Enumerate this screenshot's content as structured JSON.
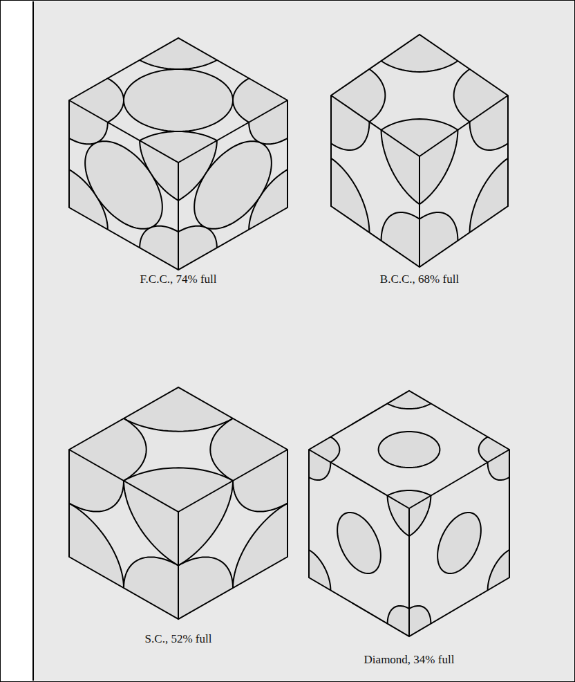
{
  "diagram": {
    "labels": [
      "F.C.C., 74% full",
      "B.C.C., 68% full",
      "S.C., 52% full",
      "Diamond, 34% full"
    ]
  }
}
